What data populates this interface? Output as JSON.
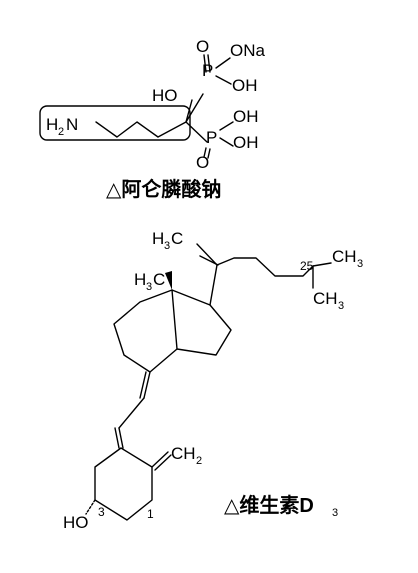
{
  "alendronate": {
    "caption": "△阿仑膦酸钠",
    "atoms": {
      "o_top": "O",
      "p_top": "P",
      "ona": "ONa",
      "oh_p_top": "OH",
      "ho": "HO",
      "h2n_h": "H",
      "h2n_sub": "2",
      "h2n_n": "N",
      "p_bottom": "P",
      "oh_p_bottom_1": "OH",
      "oh_p_bottom_2": "OH",
      "o_bottom": "O"
    }
  },
  "vitamin_d3": {
    "caption": "△维生素D",
    "caption_sub": "3",
    "atoms": {
      "h3c_top_h": "H",
      "h3c_top_sub": "3",
      "h3c_top_c": "C",
      "h3c_mid_h": "H",
      "h3c_mid_sub": "3",
      "h3c_mid_c": "C",
      "ch3_right_c": "CH",
      "ch3_right_sub": "3",
      "ch3_lower_c": "CH",
      "ch3_lower_sub": "3",
      "ch2_c": "CH",
      "ch2_sub": "2",
      "ho": "HO"
    },
    "locants": {
      "c25": "25",
      "c3": "3",
      "c1": "1"
    }
  }
}
